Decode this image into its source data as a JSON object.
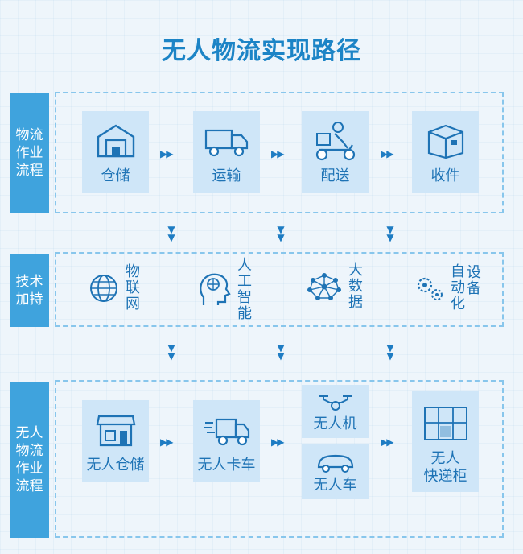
{
  "title": "无人物流实现路径",
  "rows": {
    "row1_label": "物流\n作业\n流程",
    "row2_label": "技术\n加持",
    "row3_label": "无人\n物流\n作业\n流程"
  },
  "row1": [
    "仓储",
    "运输",
    "配送",
    "收件"
  ],
  "row2": [
    "物\n联\n网",
    "人\n工\n智\n能",
    "大\n数\n据",
    "自动化",
    "设\n备"
  ],
  "row3": {
    "warehouse": "无人仓储",
    "truck": "无人卡车",
    "drone": "无人机",
    "vehicle": "无人车",
    "locker": "无人\n快递柜"
  },
  "arrow_right": "▶▶",
  "arrow_down": "▼\n▼",
  "colors": {
    "accent": "#1c84c6",
    "card": "#cfe6f8",
    "side": "#3fa3dd"
  },
  "icons": [
    "warehouse-icon",
    "truck-icon",
    "courier-scooter-icon",
    "box-icon",
    "globe-icon",
    "ai-head-icon",
    "network-icon",
    "gears-icon",
    "store-icon",
    "fast-truck-icon",
    "drone-icon",
    "car-icon",
    "locker-icon"
  ]
}
